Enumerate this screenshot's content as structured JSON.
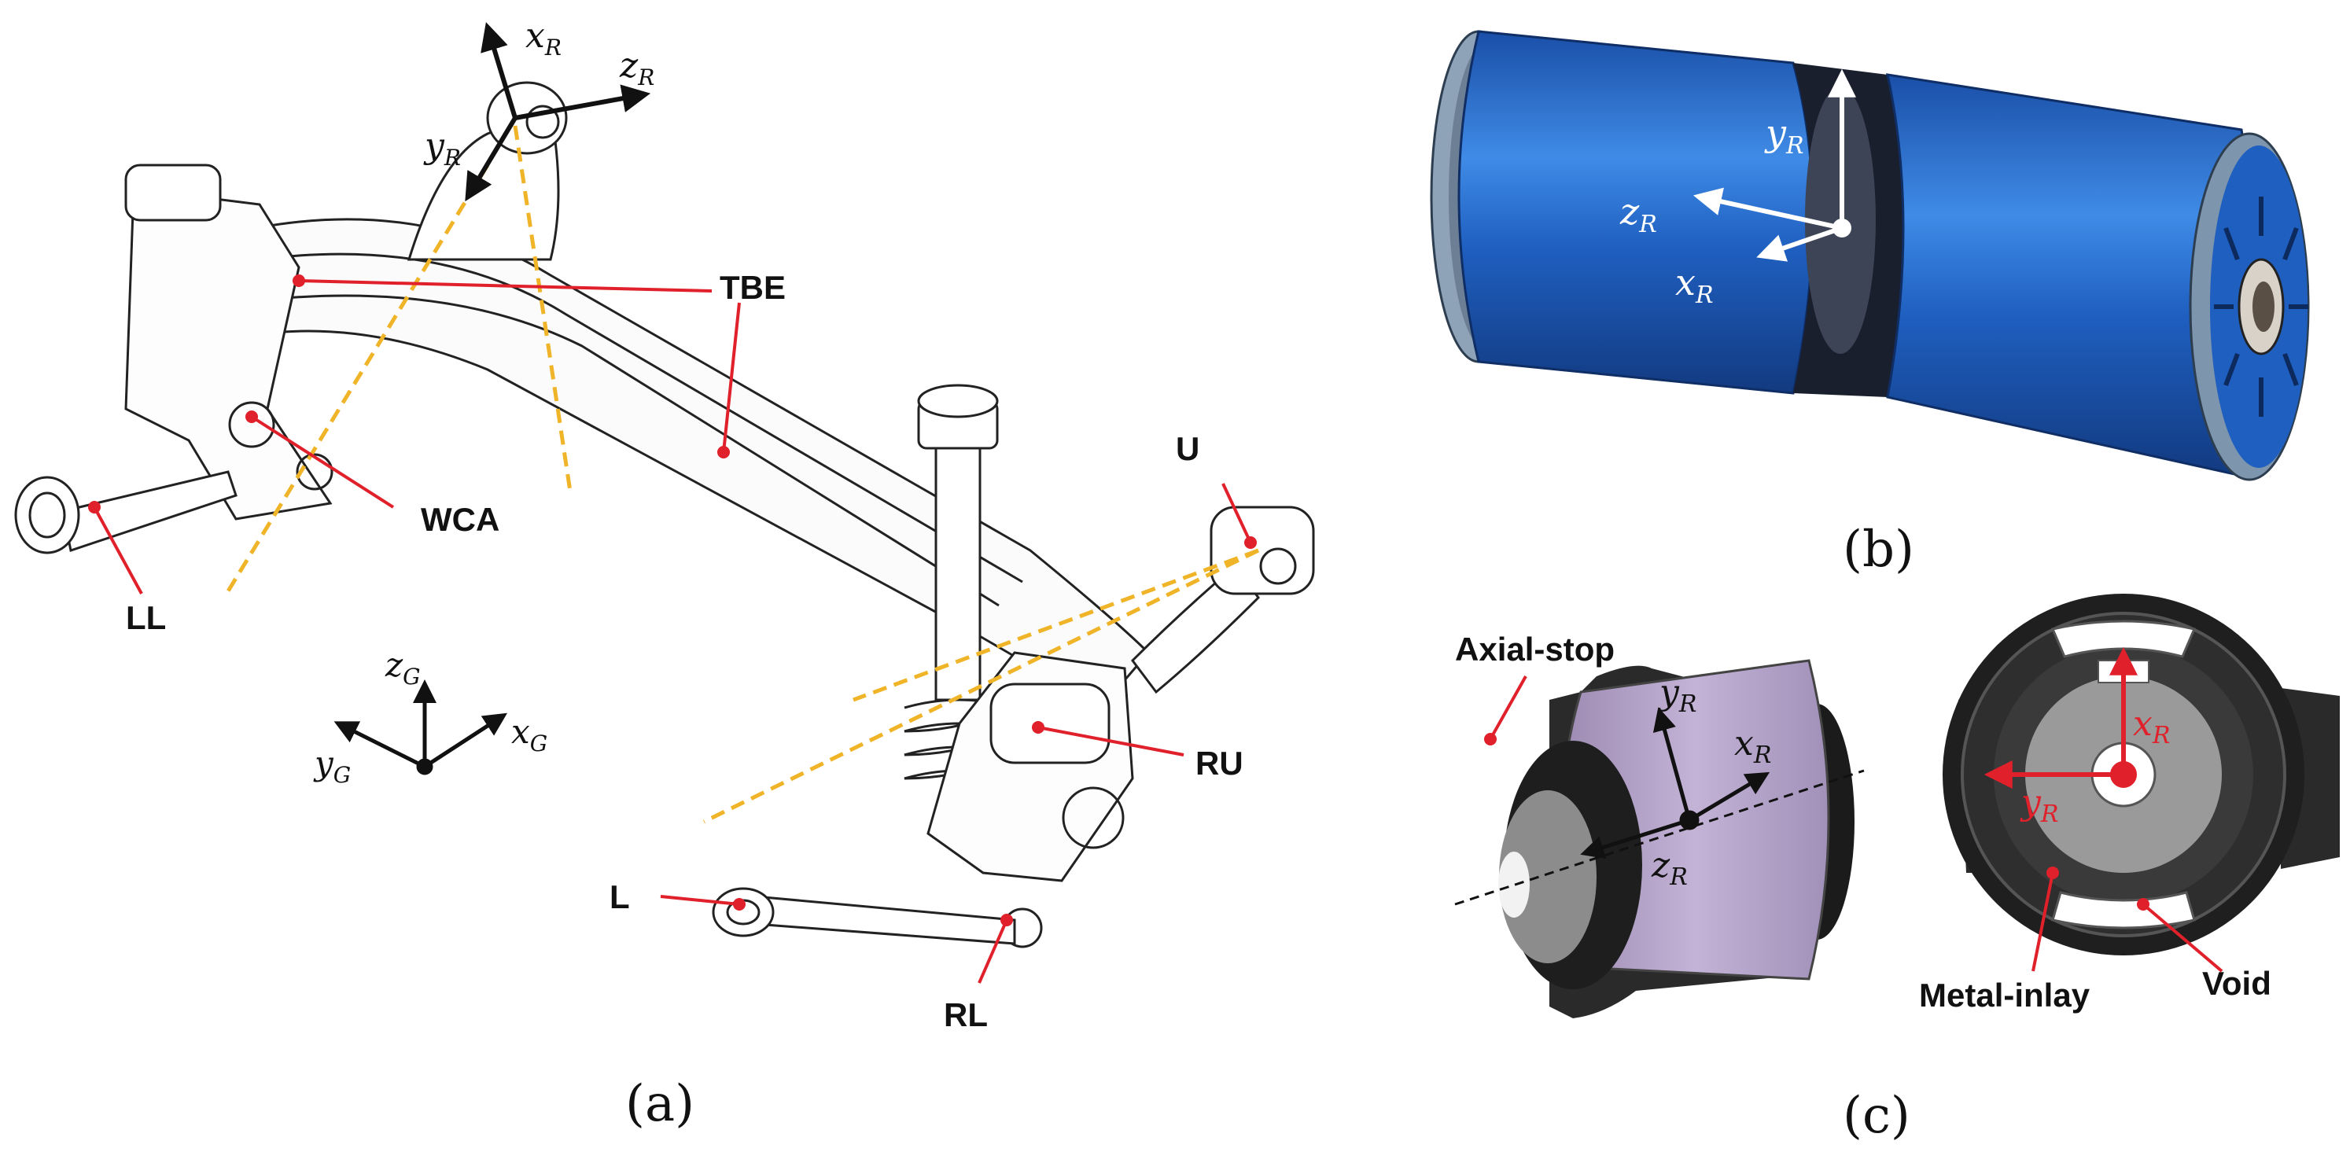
{
  "panel_a": {
    "caption": "(a)",
    "labels": {
      "tbe": "TBE",
      "wca": "WCA",
      "ll": "LL",
      "u": "U",
      "ru": "RU",
      "l": "L",
      "rl": "RL"
    },
    "global_axes": {
      "z": "z",
      "y": "y",
      "x": "x",
      "sub": "G"
    },
    "bushing_axes": {
      "x": "x",
      "y": "y",
      "z": "z",
      "sub": "R"
    }
  },
  "panel_b": {
    "caption": "(b)",
    "axes": {
      "x": "x",
      "y": "y",
      "z": "z",
      "sub": "R"
    }
  },
  "panel_c": {
    "caption": "(c)",
    "labels": {
      "axial_stop": "Axial-stop",
      "metal_inlay": "Metal-inlay",
      "void": "Void"
    },
    "axes_left": {
      "x": "x",
      "y": "y",
      "z": "z",
      "sub": "R"
    },
    "axes_right": {
      "x": "x",
      "y": "y",
      "sub": "R"
    }
  },
  "colors": {
    "leader": "#e0202a",
    "dashed": "#f0b428",
    "bushing_blue": "#1f5fc0",
    "bushing_purple": "#b8a6c9",
    "outline": "#222222"
  }
}
